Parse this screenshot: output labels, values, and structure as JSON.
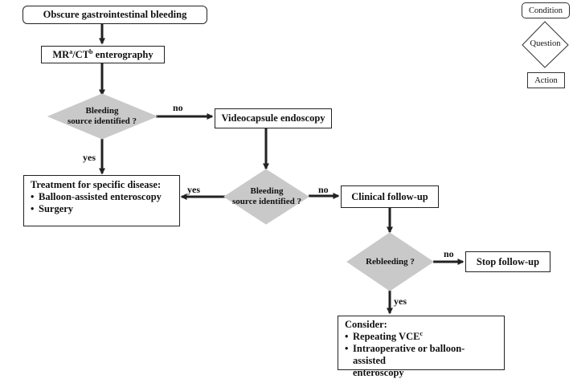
{
  "nodes": {
    "start": "Obscure gastrointestinal bleeding",
    "mr_ct": {
      "mr": "MR",
      "mr_sup": "a",
      "ct": "/CT",
      "ct_sup": "b",
      "rest": " enterography"
    },
    "q1": {
      "line1": "Bleeding",
      "line2": "source identified ?"
    },
    "videocapsule": "Videocapsule endoscopy",
    "treatment": {
      "title": "Treatment for specific disease:",
      "items": [
        "Balloon-assisted enteroscopy",
        "Surgery"
      ]
    },
    "q2": {
      "line1": "Bleeding",
      "line2": "source identified ?"
    },
    "followup": "Clinical follow-up",
    "q3": "Rebleeding ?",
    "stop": "Stop follow-up",
    "consider": {
      "title": "Consider:",
      "item1_text": "Repeating VCE",
      "item1_sup": "c",
      "item2_line1": "Intraoperative or balloon-assisted",
      "item2_line2": "enteroscopy"
    }
  },
  "edges": {
    "q1_no": "no",
    "q1_yes": "yes",
    "q2_yes": "yes",
    "q2_no": "no",
    "q3_no": "no",
    "q3_yes": "yes"
  },
  "legend": {
    "condition": "Condition",
    "question": "Question",
    "action": "Action"
  },
  "colors": {
    "diamond_fill": "#c9c9c9",
    "stroke": "#222222"
  }
}
